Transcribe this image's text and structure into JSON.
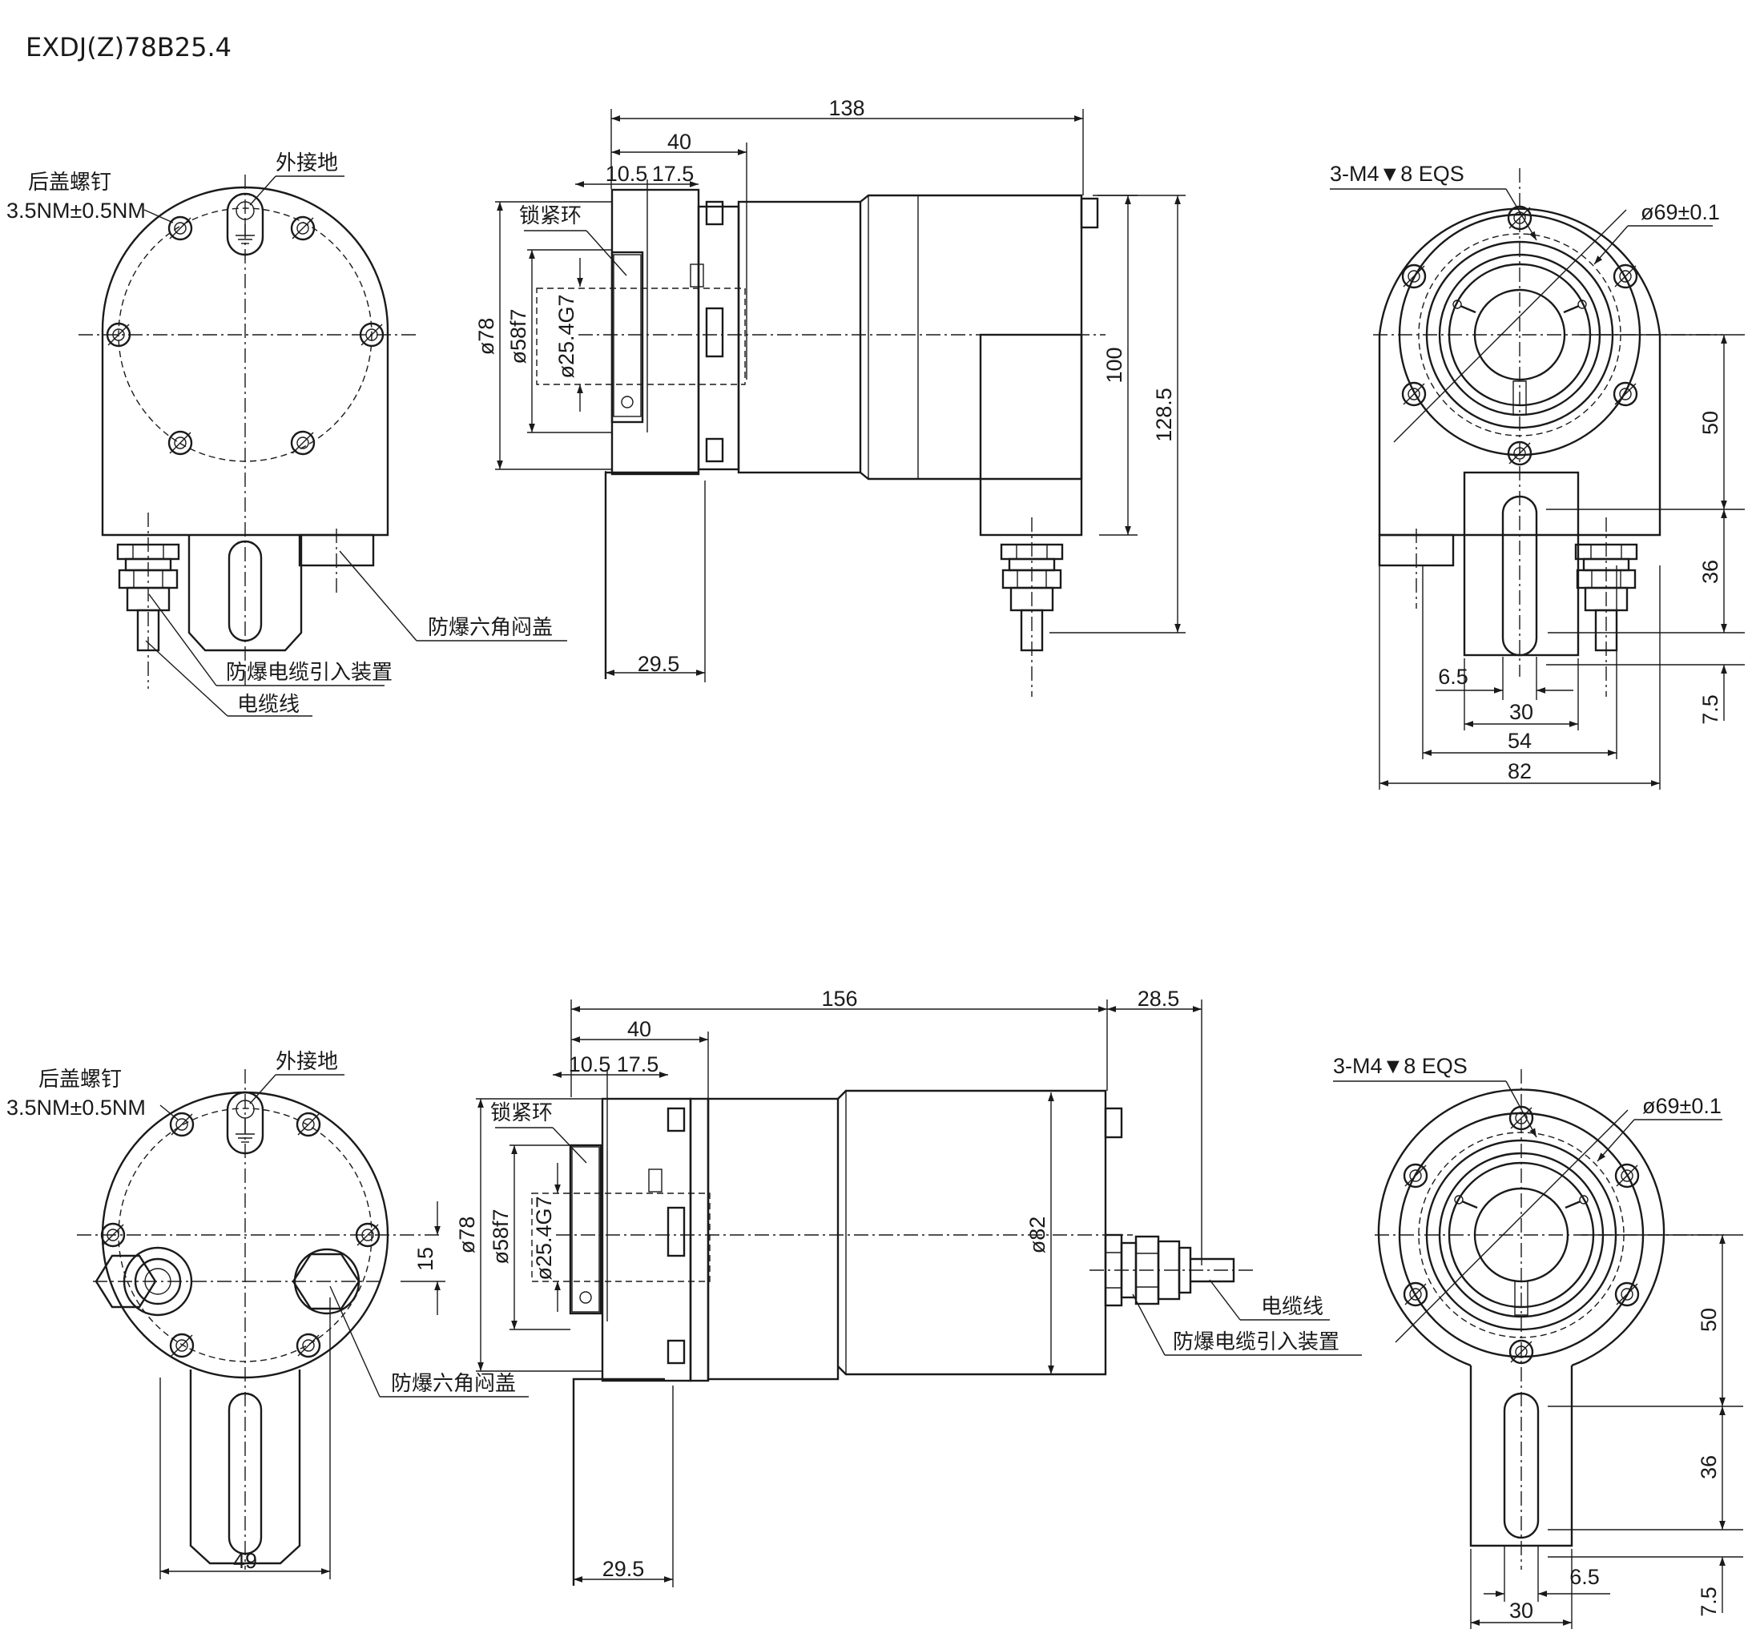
{
  "title": "EXDJ(Z)78B25.4",
  "labels": {
    "rear_cover_screw": "后盖螺钉",
    "torque": "3.5NM±0.5NM",
    "external_ground": "外接地",
    "lock_ring": "锁紧环",
    "explosion_proof_hex_plug": "防爆六角闷盖",
    "explosion_proof_cable_gland": "防爆电缆引入装置",
    "cable": "电缆线",
    "threaded_holes": "3-M4▼8 EQS"
  },
  "top": {
    "d138": "138",
    "d40": "40",
    "d10_5": "10.5",
    "d17_5": "17.5",
    "d78": "ø78",
    "d58": "ø58f7",
    "d25": "ø25.4G7",
    "d100": "100",
    "d128": "128.5",
    "d29_5": "29.5",
    "d69": "ø69±0.1",
    "d50": "50",
    "d36": "36",
    "d6_5": "6.5",
    "d30": "30",
    "d54": "54",
    "d82": "82",
    "d7_5": "7.5"
  },
  "bottom": {
    "d156": "156",
    "d28_5": "28.5",
    "d40": "40",
    "d10_5": "10.5",
    "d17_5": "17.5",
    "d78": "ø78",
    "d58": "ø58f7",
    "d25": "ø25.4G7",
    "d82": "ø82",
    "d15": "15",
    "d49": "49",
    "d29_5": "29.5",
    "d69": "ø69±0.1",
    "d50": "50",
    "d36": "36",
    "d6_5": "6.5",
    "d30": "30",
    "d7_5": "7.5"
  }
}
